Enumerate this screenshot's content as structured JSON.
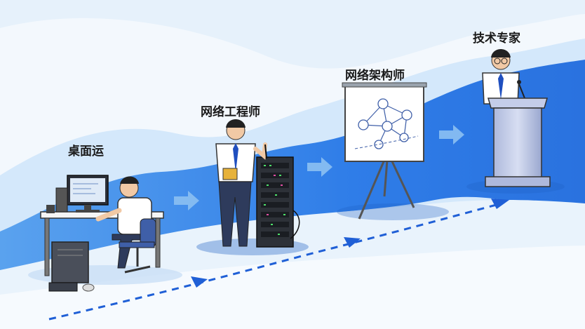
{
  "stages": [
    {
      "label": "桌面运"
    },
    {
      "label": "网络工程师"
    },
    {
      "label": "网络架构师"
    },
    {
      "label": "技术专家"
    }
  ],
  "colors": {
    "wave_dark": "#2f7de8",
    "wave_mid": "#6fb0f2",
    "wave_light": "#cfe6fb",
    "arrow": "#1f5fd6",
    "chevron": "#8cc0f2",
    "shirt": "#ffffff",
    "tie": "#1f4fbf",
    "pants": "#2e3b5c"
  }
}
